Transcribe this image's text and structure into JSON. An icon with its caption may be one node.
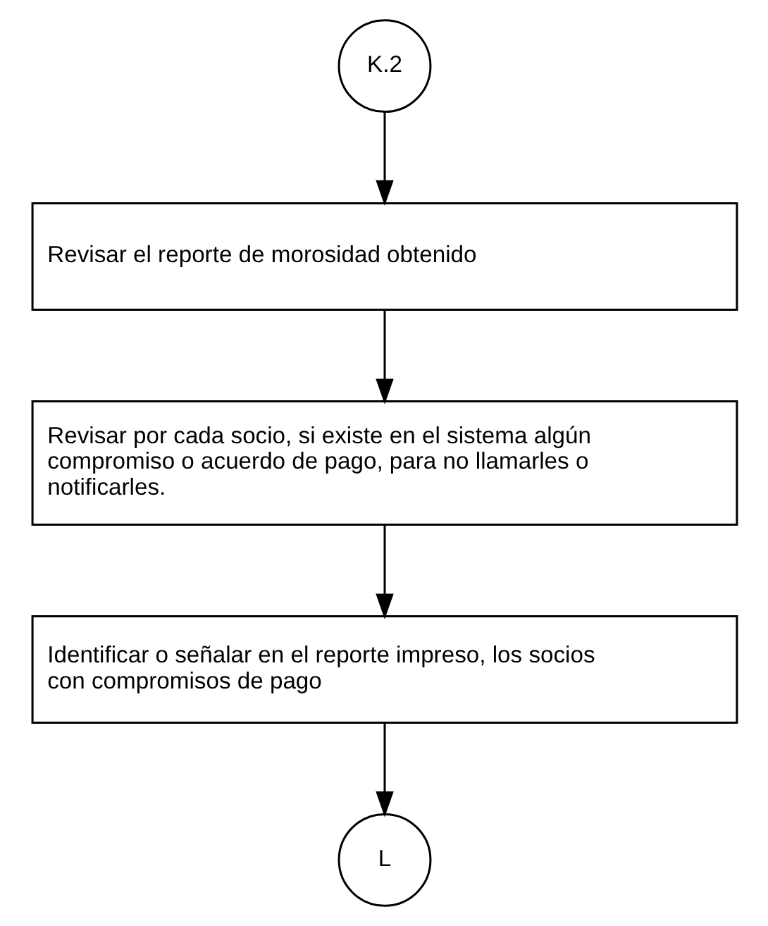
{
  "diagram": {
    "nodes": [
      {
        "text": [
          "K.2"
        ]
      },
      {
        "text": [
          "Revisar el reporte de morosidad obtenido"
        ]
      },
      {
        "text": [
          "Revisar por cada socio, si existe en el sistema algún compromiso o acuerdo de pago, para no llamarles o notificarles."
        ]
      },
      {
        "text": [
          "Identificar o señalar en el reporte impreso, los socios con compromisos de pago"
        ]
      },
      {
        "text": [
          "L"
        ]
      }
    ],
    "edges": [
      {
        "from": 0,
        "to": 1,
        "arrow": "to"
      },
      {
        "from": 1,
        "to": 2,
        "arrow": "to"
      },
      {
        "from": 2,
        "to": 3,
        "arrow": "to"
      },
      {
        "from": 3,
        "to": 4,
        "arrow": "to"
      }
    ]
  }
}
